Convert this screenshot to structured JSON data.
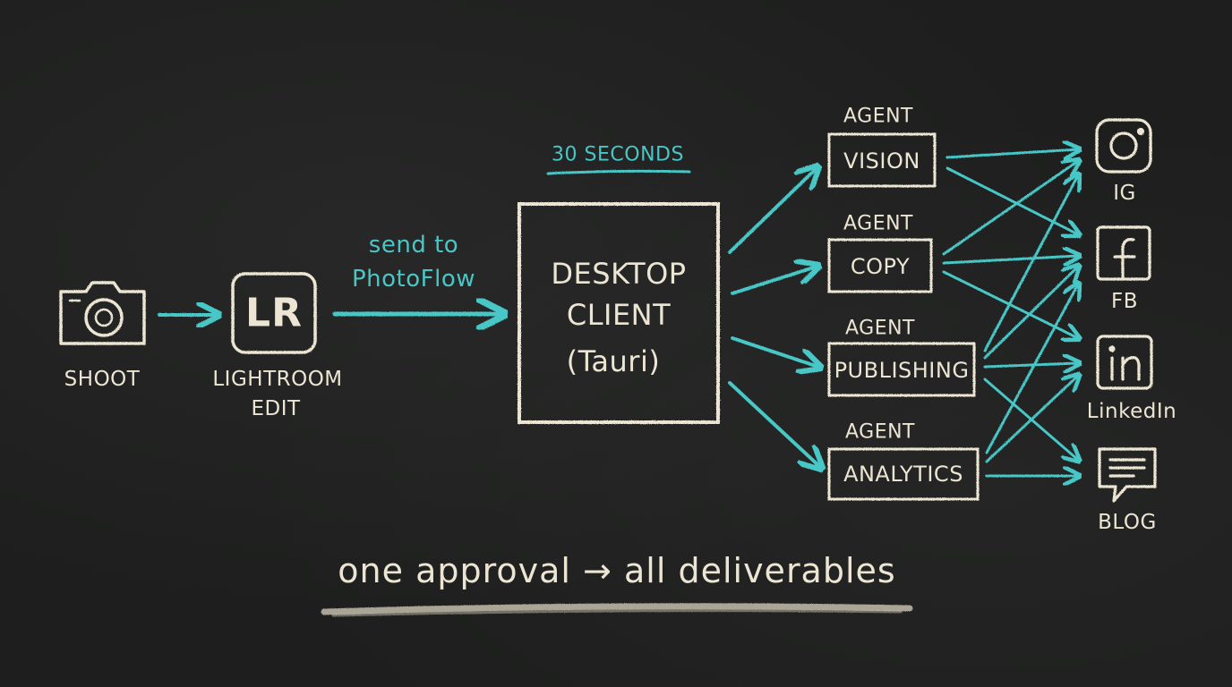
{
  "colors": {
    "chalk": "#ece5d3",
    "teal": "#49c6c6",
    "board": "#1d1e1d"
  },
  "pipeline": {
    "shoot": {
      "label": "SHOOT",
      "icon": "camera-icon"
    },
    "lightroom": {
      "logo": "LR",
      "label_line1": "LIGHTROOM",
      "label_line2": "EDIT",
      "icon": "lightroom-icon"
    },
    "send_label_line1": "send to",
    "send_label_line2": "PhotoFlow",
    "timing_label": "30 SECONDS"
  },
  "client": {
    "line1": "DESKTOP",
    "line2": "CLIENT",
    "line3": "(Tauri)"
  },
  "agents": [
    {
      "heading": "AGENT",
      "name": "VISION"
    },
    {
      "heading": "AGENT",
      "name": "COPY"
    },
    {
      "heading": "AGENT",
      "name": "PUBLISHING"
    },
    {
      "heading": "AGENT",
      "name": "ANALYTICS"
    }
  ],
  "channels": [
    {
      "label": "IG",
      "icon": "instagram-icon"
    },
    {
      "label": "FB",
      "icon": "facebook-icon"
    },
    {
      "label": "LinkedIn",
      "icon": "linkedin-icon"
    },
    {
      "label": "BLOG",
      "icon": "blog-chat-icon"
    }
  ],
  "tagline": "one approval → all deliverables"
}
